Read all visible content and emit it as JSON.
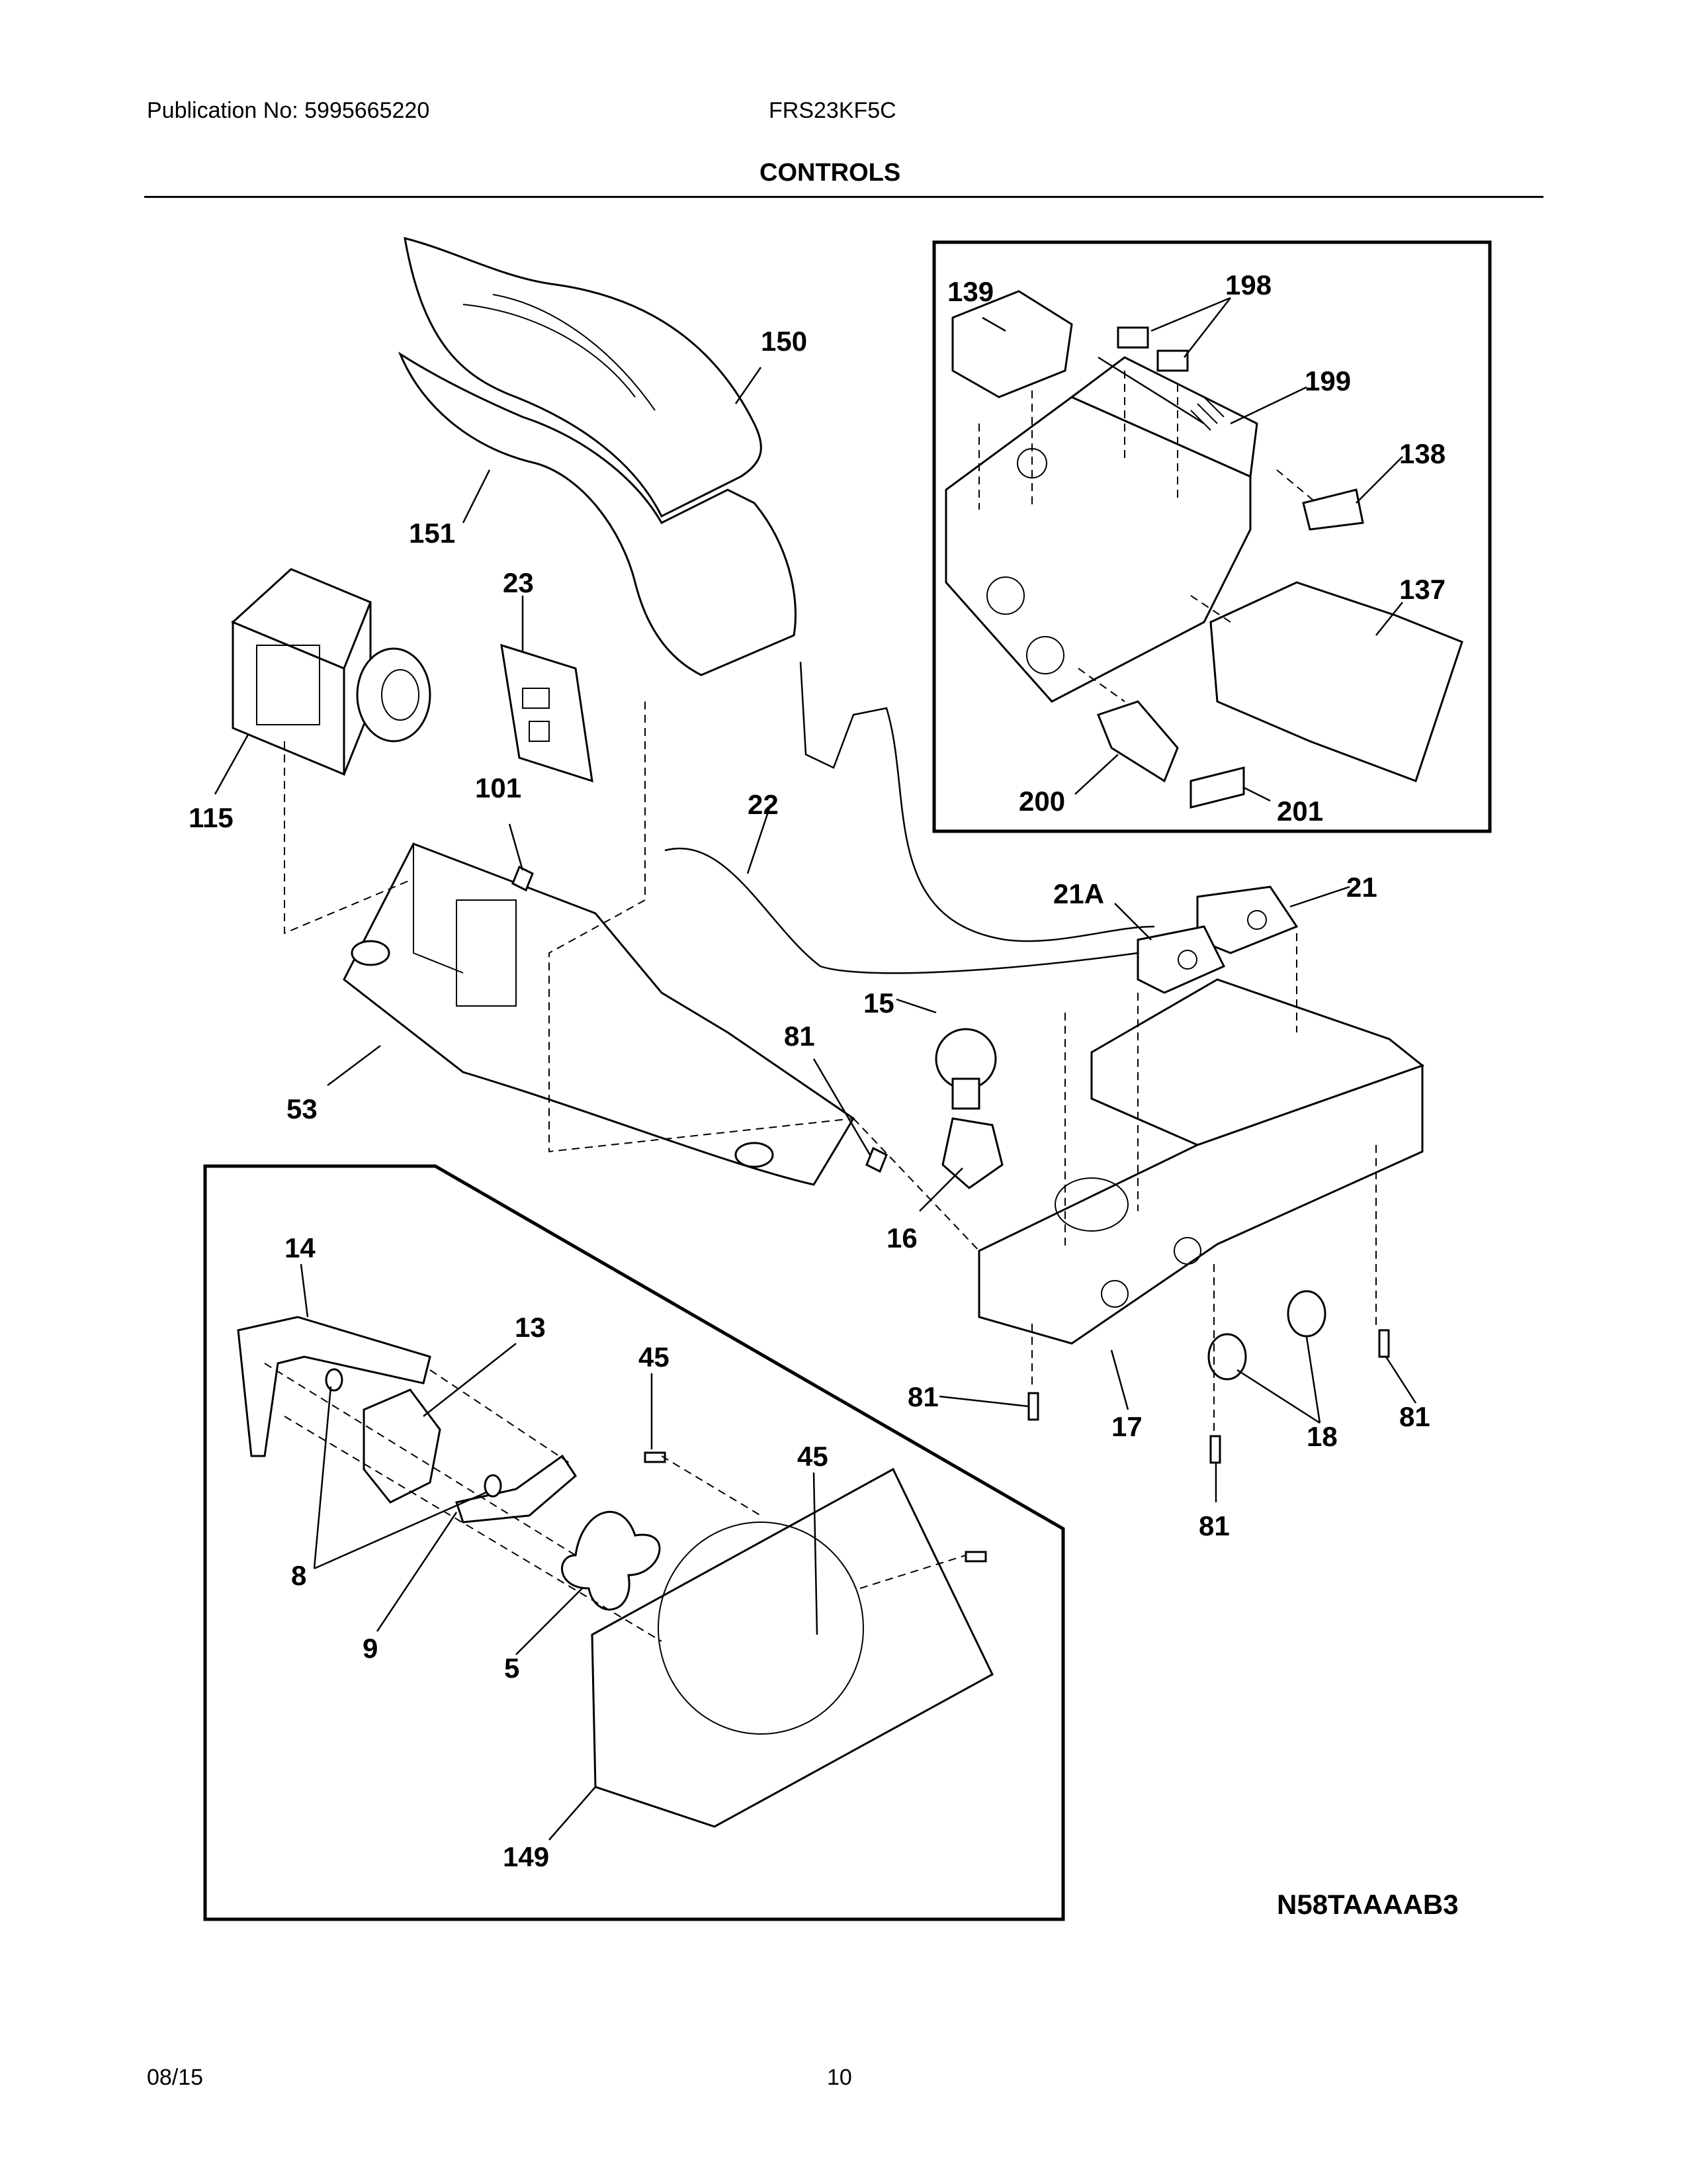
{
  "header": {
    "publication": "Publication No: 5995665220",
    "model": "FRS23KF5C",
    "section_title": "CONTROLS"
  },
  "footer": {
    "date": "08/15",
    "page_number": "10"
  },
  "diagram": {
    "code": "N58TAAAAB3",
    "callouts": {
      "c150": "150",
      "c151": "151",
      "c23": "23",
      "c115": "115",
      "c101": "101",
      "c22": "22",
      "c53": "53",
      "c81a": "81",
      "c15": "15",
      "c16": "16",
      "c21A": "21A",
      "c21": "21",
      "c139": "139",
      "c198": "198",
      "c199": "199",
      "c138": "138",
      "c137": "137",
      "c200": "200",
      "c201": "201",
      "c14": "14",
      "c13": "13",
      "c45a": "45",
      "c45b": "45",
      "c8": "8",
      "c9": "9",
      "c5": "5",
      "c149": "149",
      "c81b": "81",
      "c17": "17",
      "c18": "18",
      "c81c": "81",
      "c81d": "81"
    }
  }
}
